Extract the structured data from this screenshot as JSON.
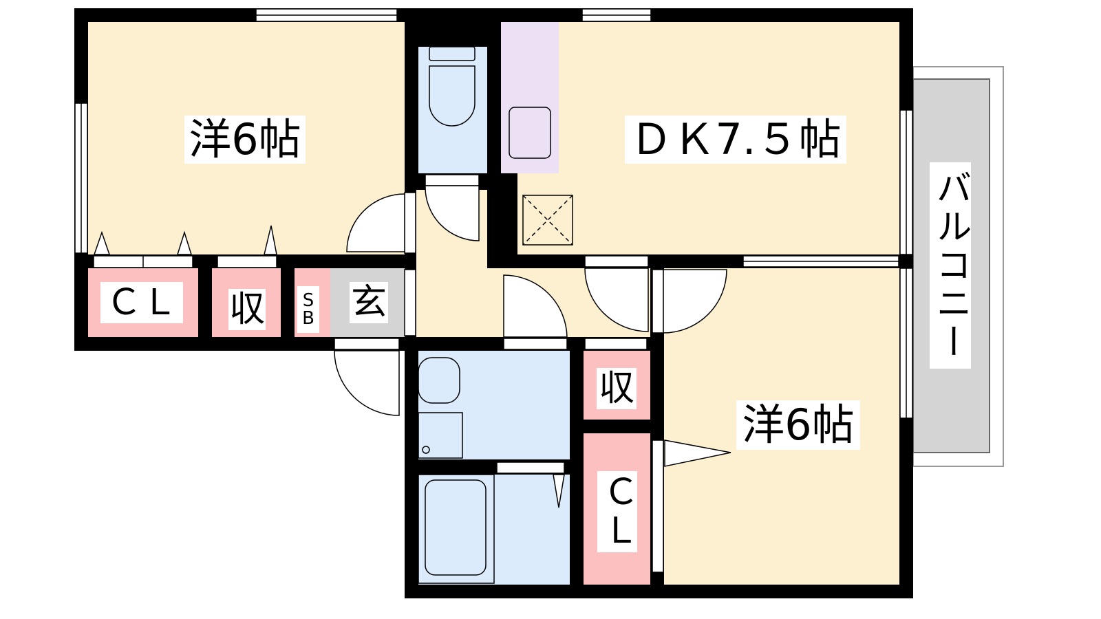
{
  "title": "Floor plan",
  "colors": {
    "wall": "#000000",
    "room": "#fdf0d0",
    "storage": "#fdc0c0",
    "wet": "#dcebfc",
    "kitchen": "#ece0f4",
    "entrance": "#d4d4d4",
    "balcony": "#d4d4d4"
  },
  "rooms": {
    "western_room_1": "洋6帖",
    "dk": "ＤＫ7.５帖",
    "western_room_2": "洋6帖",
    "closet_1": "ＣＬ",
    "storage_1": "収",
    "shoe_box": "SB",
    "entrance": "玄",
    "storage_2": "収",
    "closet_2": "ＣＬ",
    "balcony": "バルコニー"
  }
}
